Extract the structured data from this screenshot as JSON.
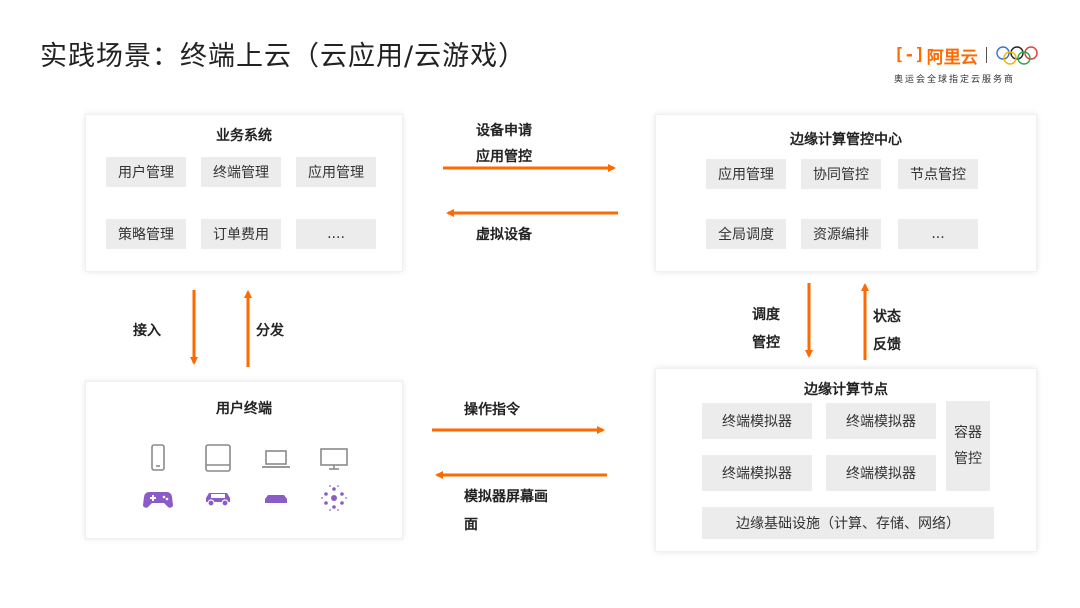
{
  "title": "实践场景：终端上云（云应用/云游戏）",
  "logo": {
    "mark": "[-]",
    "name": "阿里云",
    "subtitle": "奥运会全球指定云服务商"
  },
  "business_system": {
    "title": "业务系统",
    "items": [
      "用户管理",
      "终端管理",
      "应用管理",
      "策略管理",
      "订单费用",
      "...."
    ]
  },
  "edge_center": {
    "title": "边缘计算管控中心",
    "items": [
      "应用管理",
      "协同管控",
      "节点管控",
      "全局调度",
      "资源编排",
      "..."
    ]
  },
  "user_terminal": {
    "title": "用户终端",
    "devices": [
      "phone-icon",
      "tablet-icon",
      "laptop-icon",
      "monitor-icon",
      "gamepad-icon",
      "car-icon",
      "set-top-box-icon",
      "iot-icon"
    ]
  },
  "edge_node": {
    "title": "边缘计算节点",
    "emulators": [
      "终端模拟器",
      "终端模拟器",
      "终端模拟器",
      "终端模拟器"
    ],
    "container": "容器管控",
    "infra": "边缘基础设施（计算、存储、网络）"
  },
  "flows": {
    "top_right_1": "设备申请",
    "top_right_2": "应用管控",
    "top_left": "虚拟设备",
    "down_left": "接入",
    "up_left": "分发",
    "down_right_1": "调度",
    "down_right_2": "管控",
    "up_right_1": "状态",
    "up_right_2": "反馈",
    "bottom_right": "操作指令",
    "bottom_left_1": "模拟器屏幕画",
    "bottom_left_2": "面"
  },
  "colors": {
    "accent": "#ff6a00",
    "device": "#8b5cc7",
    "chip": "#ececec"
  }
}
